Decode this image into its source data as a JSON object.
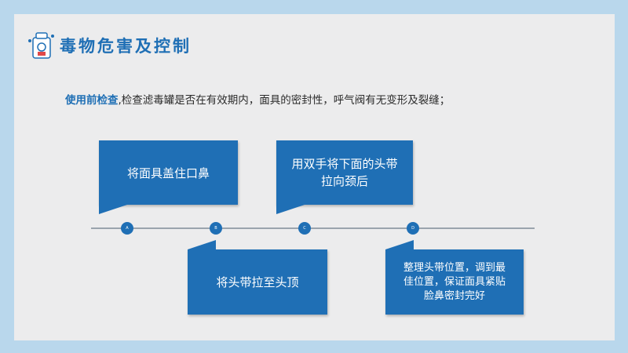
{
  "header": {
    "title": "毒物危害及控制",
    "icon": "gas-mask-icon"
  },
  "intro": {
    "lead": "使用前检查",
    "text": ",检查滤毒罐是否在有效期内，面具的密封性，呼气阀有无变形及裂缝；"
  },
  "steps": [
    {
      "node": "A",
      "text": "将面具盖住口鼻"
    },
    {
      "node": "B",
      "text": "将头带拉至头顶"
    },
    {
      "node": "C",
      "text": "用双手将下面的头带拉向颈后"
    },
    {
      "node": "D",
      "text": "整理头带位置，调到最佳位置，保证面具紧贴脸鼻密封完好"
    }
  ],
  "colors": {
    "accent": "#1f6fb5",
    "background": "#b9d7ec",
    "slide": "#ececed",
    "timeline": "#9aa4ad"
  }
}
